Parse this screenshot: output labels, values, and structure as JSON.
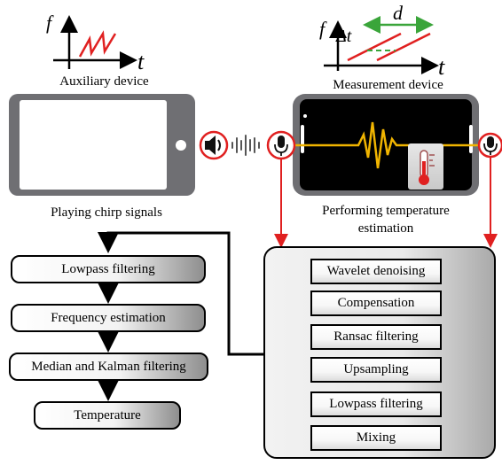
{
  "aux_plot": {
    "ylabel": "f",
    "xlabel": "t"
  },
  "meas_plot": {
    "ylabel": "f",
    "xlabel": "t",
    "delta_label": "Δt",
    "distance_label": "d"
  },
  "captions": {
    "auxiliary_device": "Auxiliary device",
    "measurement_device": "Measurement device",
    "playing": "Playing chirp signals",
    "performing_line1": "Performing temperature",
    "performing_line2": "estimation"
  },
  "left_pipeline": [
    "Lowpass filtering",
    "Frequency estimation",
    "Median and Kalman filtering",
    "Temperature"
  ],
  "right_pipeline": [
    "Wavelet denoising",
    "Compensation",
    "Ransac filtering",
    "Upsampling",
    "Lowpass filtering",
    "Mixing"
  ],
  "colors": {
    "accent_red": "#e02020",
    "signal_orange": "#f0b400",
    "distance_green": "#3aa53a",
    "phone_gray": "#6f6f73"
  },
  "icons": [
    "speaker-icon",
    "sound-wave-icon",
    "microphone-icon",
    "thermometer-icon"
  ]
}
